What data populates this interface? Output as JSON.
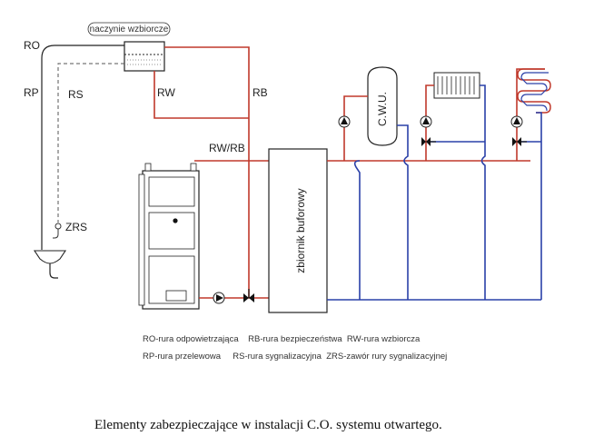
{
  "tank_label": "naczynie wzbiorcze",
  "labels": {
    "ro": "RO",
    "rp": "RP",
    "rs": "RS",
    "rw": "RW",
    "rb": "RB",
    "rwrb": "RW/RB",
    "zrs": "ZRS",
    "cwu": "C.W.U.",
    "buffer": "zbiornik buforowy"
  },
  "legend": {
    "line1": "RO-rura odpowietrzająca    RB-rura bezpieczeństwa  RW-rura wzbiorcza",
    "line2": "RP-rura przelewowa     RS-rura sygnalizacyjna  ZRS-zawór rury sygnalizacyjnej"
  },
  "caption": "Elementy zabezpieczające w  instalacji C.O. systemu otwartego.",
  "colors": {
    "supply": "#c0392b",
    "return": "#2a40a8",
    "signal": "#555555"
  }
}
